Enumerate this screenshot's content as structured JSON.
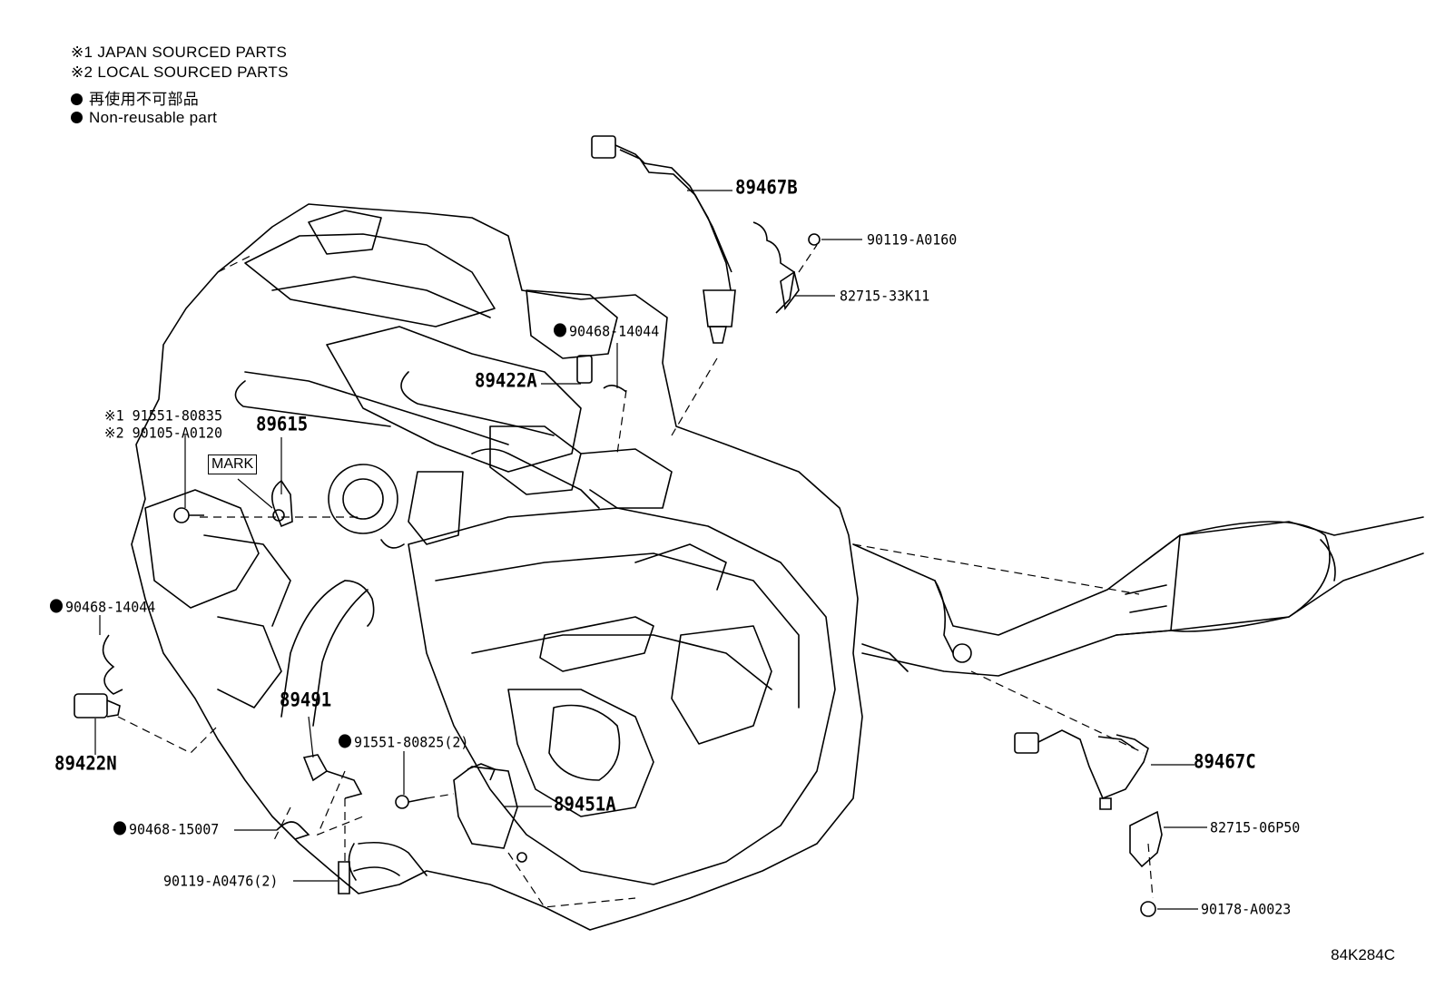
{
  "legend": {
    "line1": "※1 JAPAN SOURCED PARTS",
    "line2": "※2 LOCAL SOURCED PARTS",
    "line3": "再使用不可部品",
    "line4": "Non-reusable part"
  },
  "labels": {
    "p89467B": "89467B",
    "p90119A0160": "90119-A0160",
    "p8271533K11": "82715-33K11",
    "p90468_14044_top": "90468-14044",
    "p89422A": "89422A",
    "p91551_80835": "※1 91551-80835",
    "p90105_A0120": "※2 90105-A0120",
    "p89615": "89615",
    "mark": "MARK",
    "p90468_14044_left": "90468-14044",
    "p89422N": "89422N",
    "p89491": "89491",
    "p91551_80825": "91551-80825(2)",
    "p89451A": "89451A",
    "p90468_15007": "90468-15007",
    "p90119_A0476": "90119-A0476(2)",
    "p89467C": "89467C",
    "p82715_06P50": "82715-06P50",
    "p90178_A0023": "90178-A0023"
  },
  "diagram_code": "84K284C"
}
